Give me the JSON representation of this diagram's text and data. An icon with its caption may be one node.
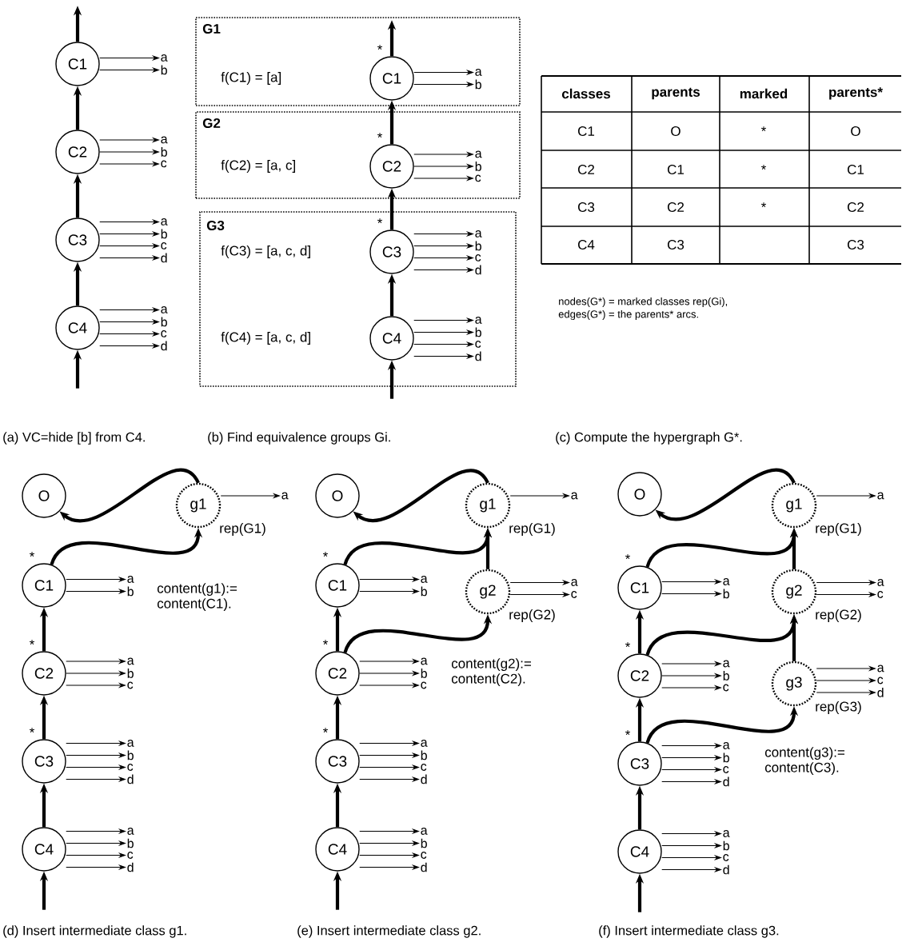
{
  "diagram": {
    "nodes": [
      {
        "text": [
          "C1"
        ]
      },
      {
        "text": [
          "a"
        ]
      },
      {
        "text": [
          "b"
        ]
      },
      {
        "text": [
          "C2"
        ]
      },
      {
        "text": [
          "a"
        ]
      },
      {
        "text": [
          "b"
        ]
      },
      {
        "text": [
          "c"
        ]
      },
      {
        "text": [
          "C3"
        ]
      },
      {
        "text": [
          "a"
        ]
      },
      {
        "text": [
          "b"
        ]
      },
      {
        "text": [
          "c"
        ]
      },
      {
        "text": [
          "d"
        ]
      },
      {
        "text": [
          "C4"
        ]
      },
      {
        "text": [
          "a"
        ]
      },
      {
        "text": [
          "b"
        ]
      },
      {
        "text": [
          "c"
        ]
      },
      {
        "text": [
          "d"
        ]
      },
      {
        "text": [
          "G1",
          "f(C1) = [a]"
        ]
      },
      {
        "text": [
          "C1"
        ],
        "in": 17,
        "beside": [
          "*"
        ]
      },
      {
        "text": [
          "a"
        ],
        "in": 17
      },
      {
        "text": [
          "b"
        ],
        "in": 17
      },
      {
        "text": [
          "G2",
          "f(C2) = [a, c]"
        ]
      },
      {
        "text": [
          "C2"
        ],
        "in": 21,
        "beside": [
          "*"
        ]
      },
      {
        "text": [
          "a"
        ],
        "in": 21
      },
      {
        "text": [
          "b"
        ],
        "in": 21
      },
      {
        "text": [
          "c"
        ],
        "in": 21
      },
      {
        "text": [
          "G3",
          "f(C3) = [a, c, d]",
          "f(C4) = [a, c, d]"
        ]
      },
      {
        "text": [
          "C3"
        ],
        "in": 26,
        "beside": [
          "*"
        ]
      },
      {
        "text": [
          "a"
        ],
        "in": 26
      },
      {
        "text": [
          "b"
        ],
        "in": 26
      },
      {
        "text": [
          "c"
        ],
        "in": 26
      },
      {
        "text": [
          "d"
        ],
        "in": 26
      },
      {
        "text": [
          "C4"
        ],
        "in": 26
      },
      {
        "text": [
          "a"
        ],
        "in": 26
      },
      {
        "text": [
          "b"
        ],
        "in": 26
      },
      {
        "text": [
          "c"
        ],
        "in": 26
      },
      {
        "text": [
          "d"
        ],
        "in": 26
      },
      {
        "text": [
          "O"
        ]
      },
      {
        "text": [
          "g1"
        ],
        "beside": [
          "rep(G1)"
        ]
      },
      {
        "text": [
          "a"
        ]
      },
      {
        "text": [
          "C1"
        ],
        "beside": [
          "*"
        ]
      },
      {
        "text": [
          "a"
        ]
      },
      {
        "text": [
          "b"
        ]
      },
      {
        "text": [
          "C2"
        ],
        "beside": [
          "*"
        ]
      },
      {
        "text": [
          "a"
        ]
      },
      {
        "text": [
          "b"
        ]
      },
      {
        "text": [
          "c"
        ]
      },
      {
        "text": [
          "C3"
        ],
        "beside": [
          "*"
        ]
      },
      {
        "text": [
          "a"
        ]
      },
      {
        "text": [
          "b"
        ]
      },
      {
        "text": [
          "c"
        ]
      },
      {
        "text": [
          "d"
        ]
      },
      {
        "text": [
          "C4"
        ]
      },
      {
        "text": [
          "a"
        ]
      },
      {
        "text": [
          "b"
        ]
      },
      {
        "text": [
          "c"
        ]
      },
      {
        "text": [
          "d"
        ]
      },
      {
        "text": [
          "O"
        ]
      },
      {
        "text": [
          "g1"
        ],
        "beside": [
          "rep(G1)"
        ]
      },
      {
        "text": [
          "a"
        ]
      },
      {
        "text": [
          "C1"
        ],
        "beside": [
          "*"
        ]
      },
      {
        "text": [
          "a"
        ]
      },
      {
        "text": [
          "b"
        ]
      },
      {
        "text": [
          "g2"
        ],
        "beside": [
          "rep(G2)"
        ]
      },
      {
        "text": [
          "a"
        ]
      },
      {
        "text": [
          "c"
        ]
      },
      {
        "text": [
          "C2"
        ],
        "beside": [
          "*"
        ]
      },
      {
        "text": [
          "a"
        ]
      },
      {
        "text": [
          "b"
        ]
      },
      {
        "text": [
          "c"
        ]
      },
      {
        "text": [
          "C3"
        ],
        "beside": [
          "*"
        ]
      },
      {
        "text": [
          "a"
        ]
      },
      {
        "text": [
          "b"
        ]
      },
      {
        "text": [
          "c"
        ]
      },
      {
        "text": [
          "d"
        ]
      },
      {
        "text": [
          "C4"
        ]
      },
      {
        "text": [
          "a"
        ]
      },
      {
        "text": [
          "b"
        ]
      },
      {
        "text": [
          "c"
        ]
      },
      {
        "text": [
          "d"
        ]
      },
      {
        "text": [
          "O"
        ]
      },
      {
        "text": [
          "g1"
        ],
        "beside": [
          "rep(G1)"
        ]
      },
      {
        "text": [
          "a"
        ]
      },
      {
        "text": [
          "C1"
        ],
        "beside": [
          "*"
        ]
      },
      {
        "text": [
          "a"
        ]
      },
      {
        "text": [
          "b"
        ]
      },
      {
        "text": [
          "g2"
        ],
        "beside": [
          "rep(G2)"
        ]
      },
      {
        "text": [
          "a"
        ]
      },
      {
        "text": [
          "c"
        ]
      },
      {
        "text": [
          "C2"
        ],
        "beside": [
          "*"
        ]
      },
      {
        "text": [
          "a"
        ]
      },
      {
        "text": [
          "b"
        ]
      },
      {
        "text": [
          "c"
        ]
      },
      {
        "text": [
          "g3"
        ],
        "beside": [
          "rep(G3)"
        ]
      },
      {
        "text": [
          "a"
        ]
      },
      {
        "text": [
          "c"
        ]
      },
      {
        "text": [
          "d"
        ]
      },
      {
        "text": [
          "C3"
        ],
        "beside": [
          "*"
        ]
      },
      {
        "text": [
          "a"
        ]
      },
      {
        "text": [
          "b"
        ]
      },
      {
        "text": [
          "c"
        ]
      },
      {
        "text": [
          "d"
        ]
      },
      {
        "text": [
          "C4"
        ]
      },
      {
        "text": [
          "a"
        ]
      },
      {
        "text": [
          "b"
        ]
      },
      {
        "text": [
          "c"
        ]
      },
      {
        "text": [
          "d"
        ]
      }
    ],
    "edges": [
      {
        "from": 0,
        "to": null,
        "arrow": "to",
        "style": "thick"
      },
      {
        "from": 0,
        "to": 1,
        "arrow": "to"
      },
      {
        "from": 0,
        "to": 2,
        "arrow": "to"
      },
      {
        "from": 3,
        "to": 0,
        "arrow": "to",
        "style": "thick"
      },
      {
        "from": 3,
        "to": 4,
        "arrow": "to"
      },
      {
        "from": 3,
        "to": 5,
        "arrow": "to"
      },
      {
        "from": 3,
        "to": 6,
        "arrow": "to"
      },
      {
        "from": 7,
        "to": 3,
        "arrow": "to",
        "style": "thick"
      },
      {
        "from": 7,
        "to": 8,
        "arrow": "to"
      },
      {
        "from": 7,
        "to": 9,
        "arrow": "to"
      },
      {
        "from": 7,
        "to": 10,
        "arrow": "to"
      },
      {
        "from": 7,
        "to": 11,
        "arrow": "to"
      },
      {
        "from": 12,
        "to": 7,
        "arrow": "to",
        "style": "thick"
      },
      {
        "from": 12,
        "to": 13,
        "arrow": "to"
      },
      {
        "from": 12,
        "to": 14,
        "arrow": "to"
      },
      {
        "from": 12,
        "to": 15,
        "arrow": "to"
      },
      {
        "from": 12,
        "to": 16,
        "arrow": "to"
      },
      {
        "from": null,
        "to": 12,
        "arrow": "to",
        "style": "thick"
      },
      {
        "from": 18,
        "to": null,
        "arrow": "to",
        "style": "thick"
      },
      {
        "from": 18,
        "to": 19,
        "arrow": "to"
      },
      {
        "from": 18,
        "to": 20,
        "arrow": "to"
      },
      {
        "from": 22,
        "to": 18,
        "arrow": "to",
        "style": "thick"
      },
      {
        "from": 22,
        "to": 23,
        "arrow": "to"
      },
      {
        "from": 22,
        "to": 24,
        "arrow": "to"
      },
      {
        "from": 22,
        "to": 25,
        "arrow": "to"
      },
      {
        "from": 27,
        "to": 22,
        "arrow": "to",
        "style": "thick"
      },
      {
        "from": 27,
        "to": 28,
        "arrow": "to"
      },
      {
        "from": 27,
        "to": 29,
        "arrow": "to"
      },
      {
        "from": 27,
        "to": 30,
        "arrow": "to"
      },
      {
        "from": 27,
        "to": 31,
        "arrow": "to"
      },
      {
        "from": 32,
        "to": 27,
        "arrow": "to",
        "style": "thick"
      },
      {
        "from": 32,
        "to": 33,
        "arrow": "to"
      },
      {
        "from": 32,
        "to": 34,
        "arrow": "to"
      },
      {
        "from": 32,
        "to": 35,
        "arrow": "to"
      },
      {
        "from": 32,
        "to": 36,
        "arrow": "to"
      },
      {
        "from": null,
        "to": 32,
        "arrow": "to",
        "style": "thick"
      },
      {
        "from": 38,
        "to": 37,
        "arrow": "to",
        "style": "thick"
      },
      {
        "from": 38,
        "to": 39,
        "arrow": "to"
      },
      {
        "from": 40,
        "to": 38,
        "arrow": "to",
        "style": "thick"
      },
      {
        "from": 40,
        "to": 41,
        "arrow": "to"
      },
      {
        "from": 40,
        "to": 42,
        "arrow": "to"
      },
      {
        "from": 43,
        "to": 40,
        "arrow": "to",
        "style": "thick"
      },
      {
        "from": 43,
        "to": 44,
        "arrow": "to"
      },
      {
        "from": 43,
        "to": 45,
        "arrow": "to"
      },
      {
        "from": 43,
        "to": 46,
        "arrow": "to"
      },
      {
        "from": 47,
        "to": 43,
        "arrow": "to",
        "style": "thick"
      },
      {
        "from": 47,
        "to": 48,
        "arrow": "to"
      },
      {
        "from": 47,
        "to": 49,
        "arrow": "to"
      },
      {
        "from": 47,
        "to": 50,
        "arrow": "to"
      },
      {
        "from": 47,
        "to": 51,
        "arrow": "to"
      },
      {
        "from": 52,
        "to": 47,
        "arrow": "to",
        "style": "thick"
      },
      {
        "from": 52,
        "to": 53,
        "arrow": "to"
      },
      {
        "from": 52,
        "to": 54,
        "arrow": "to"
      },
      {
        "from": 52,
        "to": 55,
        "arrow": "to"
      },
      {
        "from": 52,
        "to": 56,
        "arrow": "to"
      },
      {
        "from": null,
        "to": 52,
        "arrow": "to",
        "style": "thick"
      },
      {
        "from": 58,
        "to": 57,
        "arrow": "to",
        "style": "thick"
      },
      {
        "from": 58,
        "to": 59,
        "arrow": "to"
      },
      {
        "from": 60,
        "to": 58,
        "arrow": "to",
        "style": "thick"
      },
      {
        "from": 60,
        "to": 61,
        "arrow": "to"
      },
      {
        "from": 60,
        "to": 62,
        "arrow": "to"
      },
      {
        "from": 63,
        "to": 58,
        "arrow": "to",
        "style": "thick"
      },
      {
        "from": 63,
        "to": 64,
        "arrow": "to"
      },
      {
        "from": 63,
        "to": 65,
        "arrow": "to"
      },
      {
        "from": 66,
        "to": 60,
        "arrow": "to",
        "style": "thick"
      },
      {
        "from": 66,
        "to": 63,
        "arrow": "to",
        "style": "thick"
      },
      {
        "from": 66,
        "to": 67,
        "arrow": "to"
      },
      {
        "from": 66,
        "to": 68,
        "arrow": "to"
      },
      {
        "from": 66,
        "to": 69,
        "arrow": "to"
      },
      {
        "from": 70,
        "to": 66,
        "arrow": "to",
        "style": "thick"
      },
      {
        "from": 70,
        "to": 71,
        "arrow": "to"
      },
      {
        "from": 70,
        "to": 72,
        "arrow": "to"
      },
      {
        "from": 70,
        "to": 73,
        "arrow": "to"
      },
      {
        "from": 70,
        "to": 74,
        "arrow": "to"
      },
      {
        "from": 75,
        "to": 70,
        "arrow": "to",
        "style": "thick"
      },
      {
        "from": 75,
        "to": 76,
        "arrow": "to"
      },
      {
        "from": 75,
        "to": 77,
        "arrow": "to"
      },
      {
        "from": 75,
        "to": 78,
        "arrow": "to"
      },
      {
        "from": 75,
        "to": 79,
        "arrow": "to"
      },
      {
        "from": null,
        "to": 75,
        "arrow": "to",
        "style": "thick"
      },
      {
        "from": 81,
        "to": 80,
        "arrow": "to",
        "style": "thick"
      },
      {
        "from": 81,
        "to": 82,
        "arrow": "to"
      },
      {
        "from": 83,
        "to": 81,
        "arrow": "to",
        "style": "thick"
      },
      {
        "from": 83,
        "to": 84,
        "arrow": "to"
      },
      {
        "from": 83,
        "to": 85,
        "arrow": "to"
      },
      {
        "from": 86,
        "to": 81,
        "arrow": "to",
        "style": "thick"
      },
      {
        "from": 86,
        "to": 87,
        "arrow": "to"
      },
      {
        "from": 86,
        "to": 88,
        "arrow": "to"
      },
      {
        "from": 89,
        "to": 83,
        "arrow": "to",
        "style": "thick"
      },
      {
        "from": 89,
        "to": 86,
        "arrow": "to",
        "style": "thick"
      },
      {
        "from": 89,
        "to": 90,
        "arrow": "to"
      },
      {
        "from": 89,
        "to": 91,
        "arrow": "to"
      },
      {
        "from": 89,
        "to": 92,
        "arrow": "to"
      },
      {
        "from": 93,
        "to": 86,
        "arrow": "to",
        "style": "thick"
      },
      {
        "from": 93,
        "to": 94,
        "arrow": "to"
      },
      {
        "from": 93,
        "to": 95,
        "arrow": "to"
      },
      {
        "from": 93,
        "to": 96,
        "arrow": "to"
      },
      {
        "from": 97,
        "to": 89,
        "arrow": "to",
        "style": "thick"
      },
      {
        "from": 97,
        "to": 93,
        "arrow": "to",
        "style": "thick"
      },
      {
        "from": 97,
        "to": 98,
        "arrow": "to"
      },
      {
        "from": 97,
        "to": 99,
        "arrow": "to"
      },
      {
        "from": 97,
        "to": 100,
        "arrow": "to"
      },
      {
        "from": 97,
        "to": 101,
        "arrow": "to"
      },
      {
        "from": 102,
        "to": 97,
        "arrow": "to",
        "style": "thick"
      },
      {
        "from": 102,
        "to": 103,
        "arrow": "to"
      },
      {
        "from": 102,
        "to": 104,
        "arrow": "to"
      },
      {
        "from": 102,
        "to": 105,
        "arrow": "to"
      },
      {
        "from": 102,
        "to": 106,
        "arrow": "to"
      },
      {
        "from": null,
        "to": 102,
        "arrow": "to",
        "style": "thick"
      }
    ],
    "labels": [
      "classes",
      "parents",
      "marked",
      "parents*",
      "C1",
      "O",
      "*",
      "O",
      "C2",
      "C1",
      "*",
      "C1",
      "C3",
      "C2",
      "*",
      "C2",
      "C4",
      "C3",
      "C3",
      "nodes(G*) = marked classes rep(Gi),",
      "edges(G*) = the parents* arcs.",
      "(a) VC=hide [b] from C4.",
      "(b) Find equivalence groups Gi.",
      "(c) Compute the hypergraph G*.",
      "content(g1):= content(C1).",
      "content(g2):= content(C2).",
      "content(g3):= content(C3).",
      "(d) Insert intermediate class g1.",
      "(e) Insert intermediate class g2.",
      "(f) Insert intermediate class g3."
    ]
  }
}
